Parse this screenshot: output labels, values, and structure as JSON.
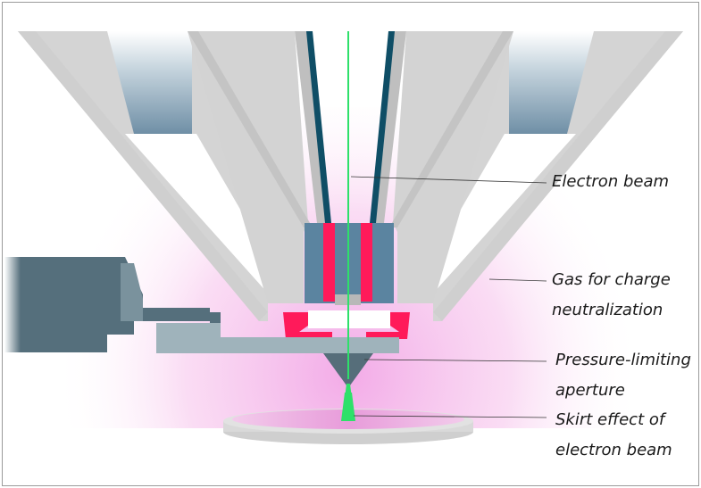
{
  "colors": {
    "background": "#ffffff",
    "border": "#9a9a9a",
    "cone_gray": "#d9d9d9",
    "cone_dark": "#c6c6c6",
    "inner_gray": "#cfcfcf",
    "cable_blue": "#0f4e66",
    "bore_blue": "#5b84a0",
    "magenta": "#ff1a5a",
    "beam_green": "#2ee06a",
    "gas_pink": "#f6b3e8",
    "slate": "#566e7a",
    "steel_light": "#9fb3bb",
    "stage": "#e2e2e2"
  },
  "labels": {
    "electron_beam": "Electron beam",
    "gas_line1": "Gas for charge",
    "gas_line2": "neutralization",
    "aperture_line1": "Pressure-limiting",
    "aperture_line2": "aperture",
    "skirt_line1": "Skirt effect of",
    "skirt_line2": "electron beam"
  }
}
